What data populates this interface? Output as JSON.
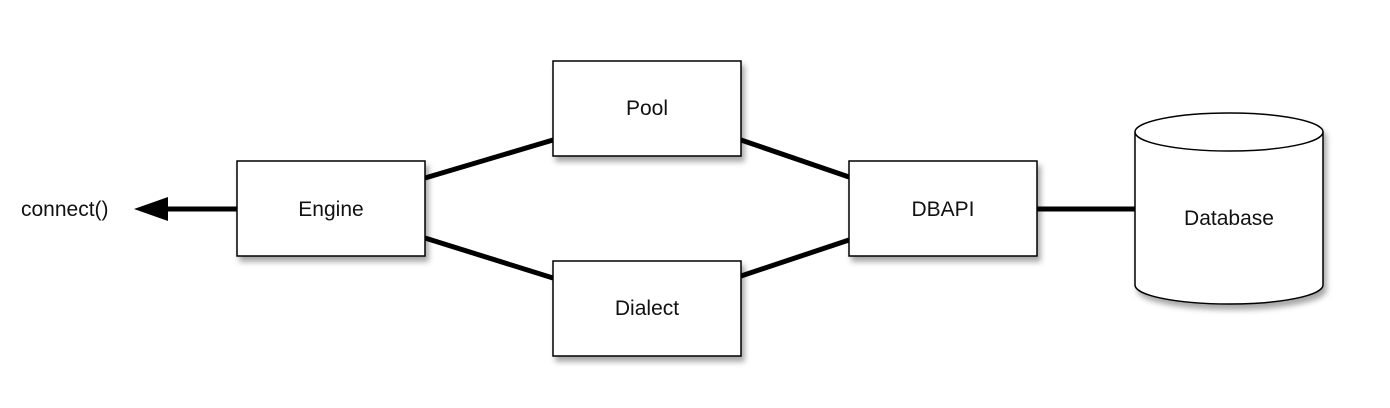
{
  "diagram": {
    "call_label": "connect()",
    "nodes": {
      "engine": "Engine",
      "pool": "Pool",
      "dialect": "Dialect",
      "dbapi": "DBAPI",
      "database": "Database"
    }
  }
}
